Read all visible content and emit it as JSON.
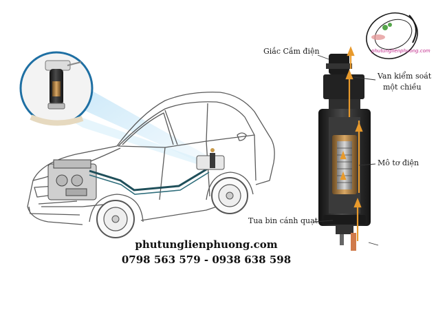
{
  "labels": {
    "connector": "Giắc Cắm điện",
    "check_valve_line1": "Van kiểm soát",
    "check_valve_line2": "một chiều",
    "motor": "Mô tơ điện",
    "impeller": "Tua bin cánh quạt"
  },
  "contact": {
    "website": "phutunglienphuong.com",
    "phones": "0798 563 579 - 0938 638 598"
  },
  "logo": {
    "watermark_text": "phutunglienphuong.com"
  },
  "colors": {
    "pump_body": "#2a2a2a",
    "motor_copper": "#b8874a",
    "fuel_flow": "#e89a2c",
    "fuel_line": "#1f4f5a",
    "car_outline": "#555555",
    "callout_ring": "#1e6fa3",
    "beam": "#bfe3f7",
    "logo_magenta": "#c0288a"
  }
}
